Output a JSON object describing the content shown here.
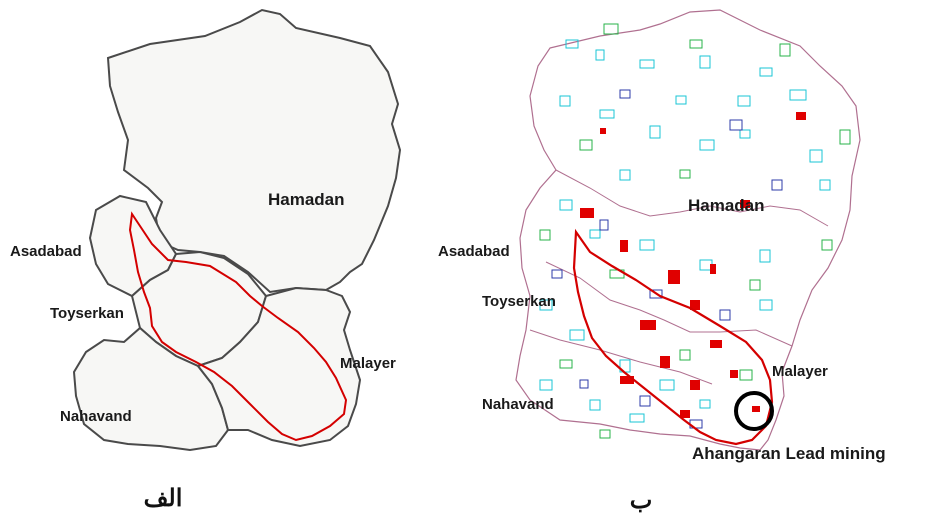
{
  "left_map": {
    "labels": {
      "hamadan": "Hamadan",
      "asadabad": "Asadabad",
      "toyserkan": "Toyserkan",
      "malayer": "Malayer",
      "nahavand": "Nahavand"
    },
    "caption": "الف"
  },
  "right_map": {
    "labels": {
      "hamadan": "Hamadan",
      "asadabad": "Asadabad",
      "toyserkan": "Toyserkan",
      "malayer": "Malayer",
      "nahavand": "Nahavand",
      "mine": "Ahangaran Lead mining"
    },
    "caption": "ب"
  },
  "colors": {
    "boundary": "#4a4a4a",
    "region_fill": "#f7f7f5",
    "study_area": "#d40000",
    "feature_cyan": "#19c6d6",
    "feature_green": "#27b34a",
    "feature_blue": "#2c3ba8",
    "feature_red": "#e00000",
    "mine_marker": "#000000"
  }
}
